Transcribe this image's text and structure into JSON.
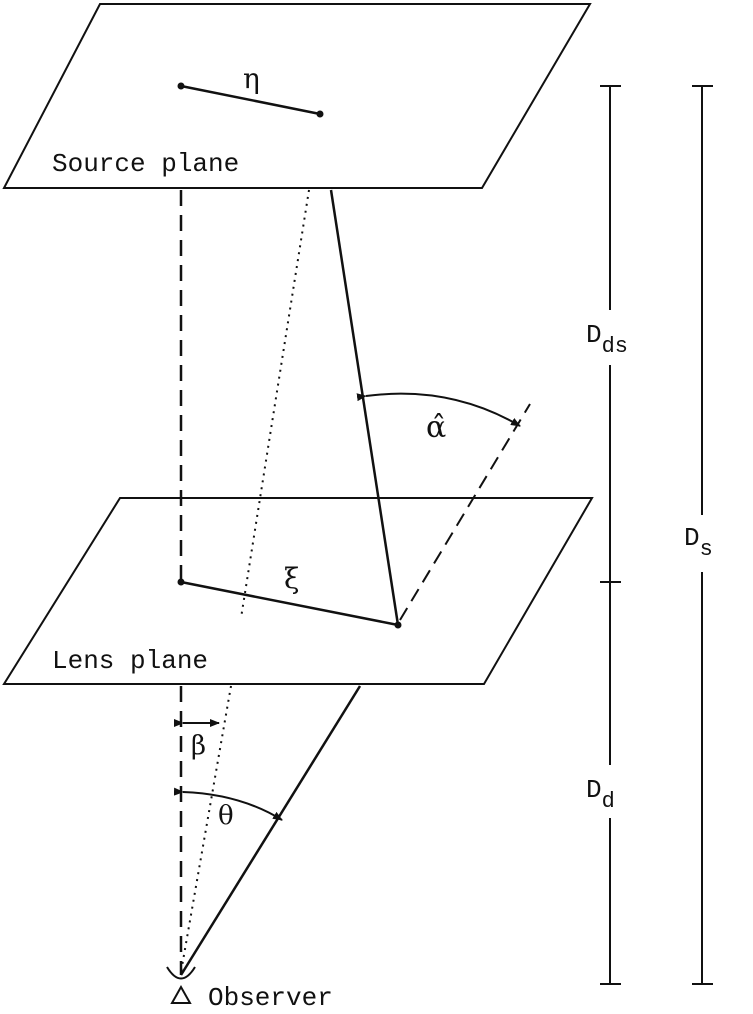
{
  "planes": {
    "source": {
      "label": "Source plane"
    },
    "lens": {
      "label": "Lens plane"
    }
  },
  "symbols": {
    "eta": "η",
    "xi": "ξ",
    "alpha_hat": "α̂",
    "beta": "β",
    "theta": "θ"
  },
  "distances": {
    "dds": {
      "main": "D",
      "sub": "ds"
    },
    "ds": {
      "main": "D",
      "sub": "s"
    },
    "dd": {
      "main": "D",
      "sub": "d"
    }
  },
  "observer": {
    "label": "Observer"
  }
}
